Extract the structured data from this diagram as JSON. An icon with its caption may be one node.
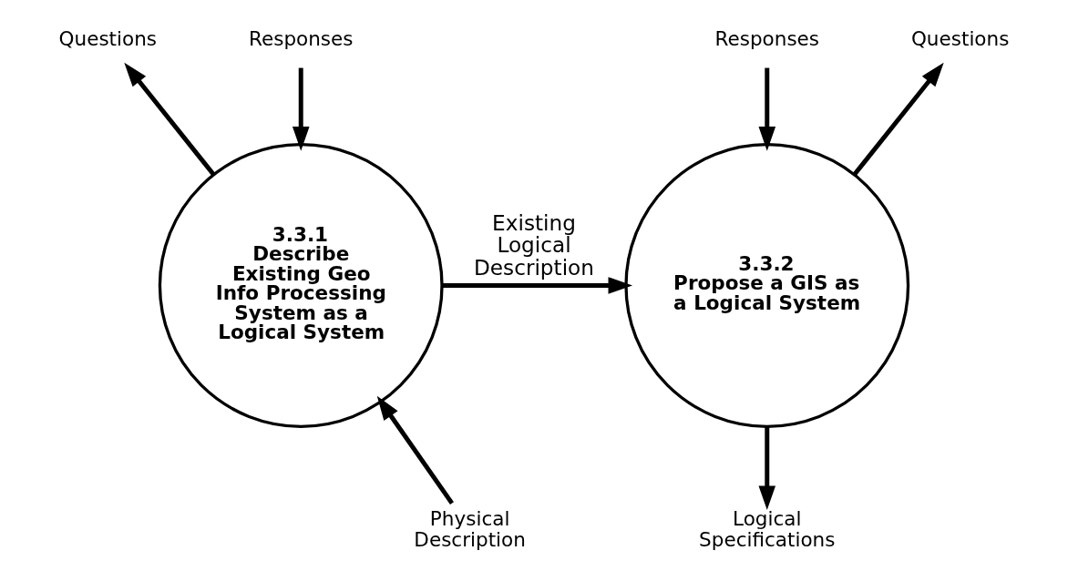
{
  "diagram": {
    "nodes": [
      {
        "text": [
          "Questions"
        ]
      },
      {
        "text": [
          "Responses"
        ]
      },
      {
        "text": [
          "3.3.1",
          "Describe Existing Geo Info Processing System as a Logical System"
        ]
      },
      {
        "text": [
          "Questions"
        ]
      },
      {
        "text": [
          "Responses"
        ]
      },
      {
        "text": [
          "3.3.2",
          "Propose a GIS as a Logical System"
        ]
      },
      {
        "text": [
          "Physical Description"
        ]
      },
      {
        "text": [
          "Logical Specifications"
        ]
      }
    ],
    "edges": [
      {
        "from": 2,
        "to": 0,
        "arrow": "to"
      },
      {
        "from": 1,
        "to": 2,
        "arrow": "to"
      },
      {
        "from": 2,
        "to": 5,
        "arrow": "to",
        "label": "Existing Logical Description"
      },
      {
        "from": 5,
        "to": 3,
        "arrow": "to"
      },
      {
        "from": 4,
        "to": 5,
        "arrow": "to"
      },
      {
        "from": 6,
        "to": 2,
        "arrow": "to"
      },
      {
        "from": 5,
        "to": 7,
        "arrow": "to"
      }
    ]
  }
}
